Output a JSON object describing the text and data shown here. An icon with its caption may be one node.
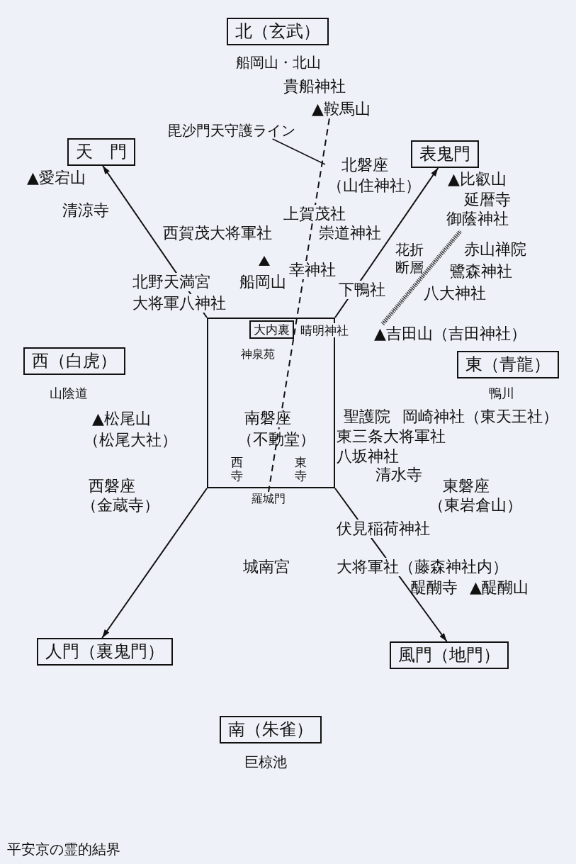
{
  "diagram": {
    "title": "平安京の霊的結界",
    "nodes": [
      {
        "text": [
          "北（玄武）"
        ],
        "beside": [
          "船岡山・北山"
        ]
      },
      {
        "text": [
          "▲鞍馬山"
        ]
      },
      {
        "text": [
          "毘沙門天守護ライン"
        ]
      },
      {
        "text": [
          "天　門"
        ]
      },
      {
        "text": [
          "表鬼門"
        ]
      },
      {
        "text": [],
        "shape": "box"
      },
      {
        "text": [
          "大内裏"
        ],
        "in": 5
      },
      {
        "text": [
          "西（白虎）"
        ],
        "beside": [
          "山陰道"
        ]
      },
      {
        "text": [
          "東（青龍）"
        ],
        "beside": [
          "鴨川"
        ]
      },
      {
        "text": [
          "羅城門"
        ]
      },
      {
        "text": [
          "人門（裏鬼門）"
        ]
      },
      {
        "text": [
          "風門（地門）"
        ]
      },
      {
        "text": [
          "南（朱雀）"
        ],
        "beside": [
          "巨椋池"
        ]
      }
    ],
    "edges": [
      {
        "from": 5,
        "to": 3,
        "arrow": "to"
      },
      {
        "from": 5,
        "to": 4,
        "arrow": "to"
      },
      {
        "from": 5,
        "to": 10,
        "arrow": "to"
      },
      {
        "from": 5,
        "to": 11,
        "arrow": "to"
      },
      {
        "from": 1,
        "to": 9,
        "arrow": "none",
        "style": "dashed"
      },
      {
        "from": 2,
        "to": null,
        "arrow": "none"
      }
    ],
    "labels": [
      "貴船神社",
      "▲愛宕山",
      "北磐座",
      "（山住神社）",
      "▲比叡山",
      "延暦寺",
      "清涼寺",
      "上賀茂社",
      "御蔭神社",
      "西賀茂大将軍社",
      "崇道神社",
      "花折断層",
      "赤山禅院",
      "幸神社",
      "鷺森神社",
      "北野天満宮",
      "船岡山",
      "下鴨社",
      "八大神社",
      "大将軍八神社",
      "晴明神社",
      "▲吉田山（吉田神社）",
      "神泉苑",
      "▲松尾山",
      "南磐座",
      "聖護院",
      "岡崎神社（東天王社）",
      "（松尾大社）",
      "（不動堂）",
      "東三条大将軍社",
      "八坂神社",
      "西寺",
      "東寺",
      "清水寺",
      "西磐座",
      "東磐座",
      "（金蔵寺）",
      "（東岩倉山）",
      "伏見稲荷神社",
      "城南宮",
      "大将軍社（藤森神社内）",
      "醍醐寺",
      "▲醍醐山"
    ]
  }
}
